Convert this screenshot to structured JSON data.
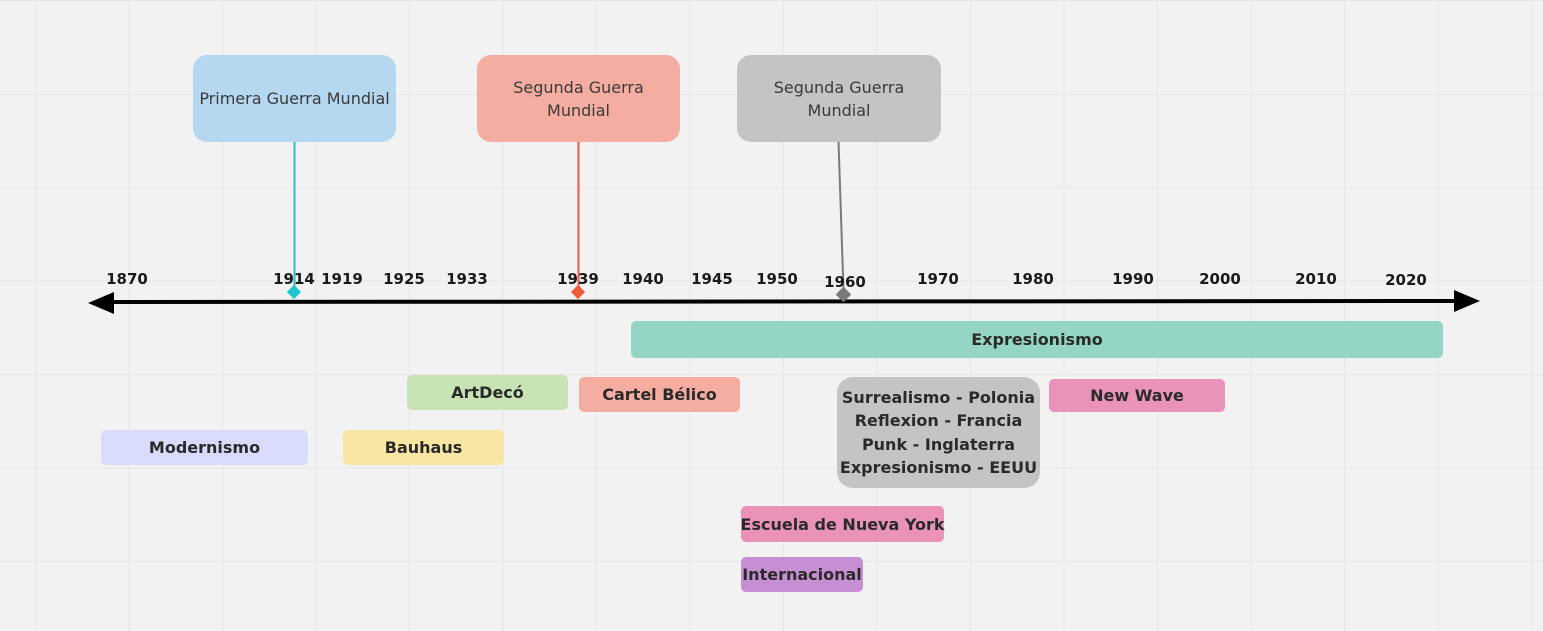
{
  "events": [
    {
      "label": "Primera Guerra Mundial",
      "color": "#b6d7f0",
      "marker_color": "#1ec4d0"
    },
    {
      "label": "Segunda Guerra Mundial",
      "color": "#f4ada0",
      "marker_color": "#ee5a3a"
    },
    {
      "label": "Segunda Guerra Mundial",
      "color": "#c4c4c4",
      "marker_color": "#7a7a7a"
    }
  ],
  "years": [
    "1870",
    "1914",
    "1919",
    "1925",
    "1933",
    "1939",
    "1940",
    "1945",
    "1950",
    "1960",
    "1970",
    "1980",
    "1990",
    "2000",
    "2010",
    "2020"
  ],
  "periods": [
    {
      "label": "Expresionismo",
      "color": "#95d5c6"
    },
    {
      "label": "ArtDecó",
      "color": "#c9e4b4"
    },
    {
      "label": "Cartel Bélico",
      "color": "#f4ada0"
    },
    {
      "label": "Modernismo",
      "color": "#d8dcfa"
    },
    {
      "label": "Bauhaus",
      "color": "#f9e6a2"
    },
    {
      "lines": [
        "Surrealismo - Polonia",
        "Reflexion - Francia",
        "Punk - Inglaterra",
        "Expresionismo - EEUU"
      ],
      "color": "#c4c4c4"
    },
    {
      "label": "New Wave",
      "color": "#ea92b9"
    },
    {
      "label": "Escuela de Nueva York",
      "color": "#ea92b9"
    },
    {
      "label": "Internacional",
      "color": "#c78fd3"
    }
  ],
  "axis_color": "#000000"
}
